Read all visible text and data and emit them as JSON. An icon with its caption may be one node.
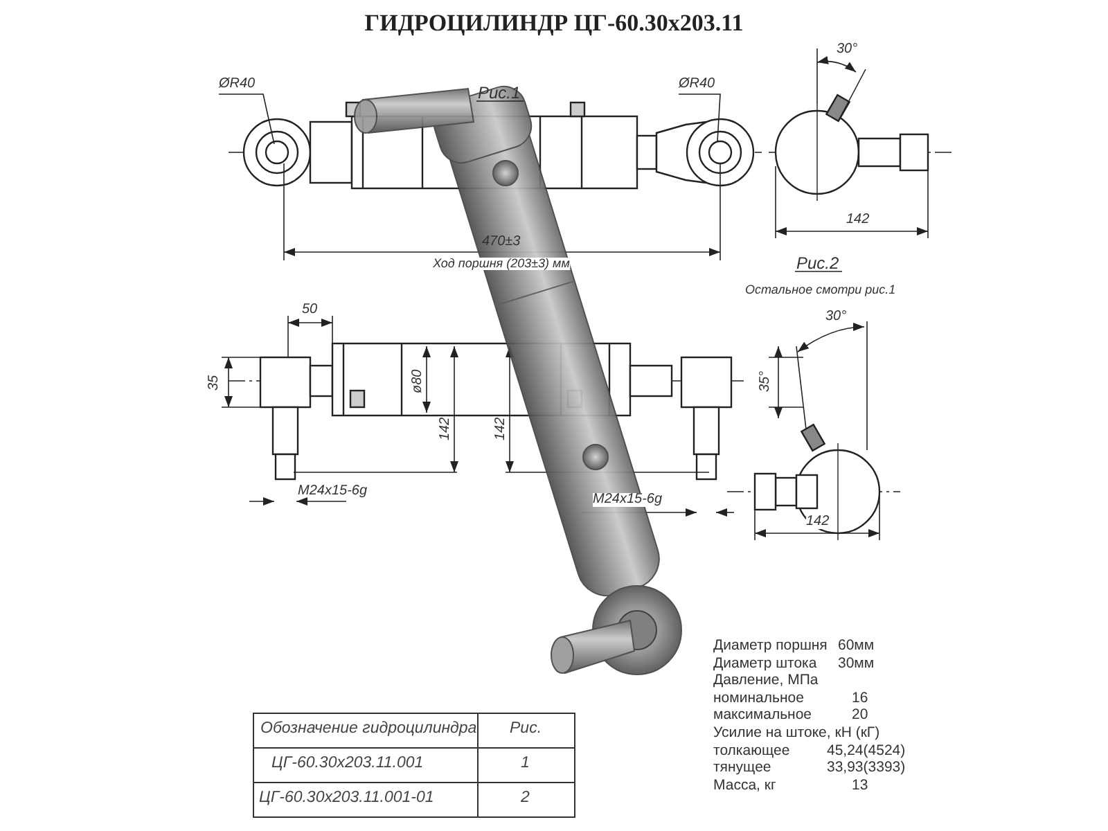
{
  "diagram": {
    "title": "ГИДРОЦИЛИНДР ЦГ-60.30х203.11",
    "labels": [
      "Рис.1",
      "ØR40",
      "ØR40",
      "30°",
      "470±3",
      "Ход поршня (203±3) мм",
      "142",
      "Рис.2",
      "Остальное смотри рис.1",
      "50",
      "30°",
      "35",
      "ø80",
      "35°",
      "142",
      "142",
      "M24x15-6g",
      "M24x15-6g",
      "142",
      "Диаметр поршня",
      "60мм",
      "Диаметр штока",
      "30мм",
      "Давление, МПа",
      "номинальное",
      "16",
      "максимальное",
      "20",
      "Усилие на штоке, кН (кГ)",
      "толкающее",
      "45,24(4524)",
      "тянущее",
      "33,93(3393)",
      "Масса, кг",
      "13",
      "Обозначение гидроцилиндра",
      "Рис.",
      "ЦГ-60.30х203.11.001",
      "1",
      "ЦГ-60.30х203.11.001-01",
      "2"
    ]
  }
}
